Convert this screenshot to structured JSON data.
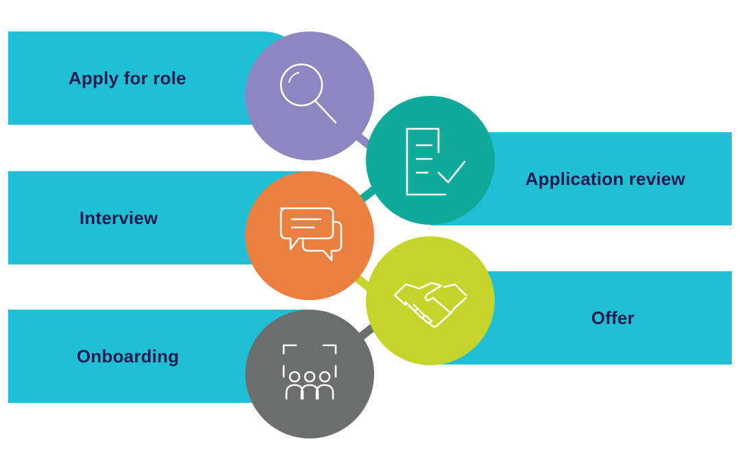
{
  "title": "Recruitment process",
  "colors": {
    "band": "#20BFD6",
    "label": "#1a1c4f",
    "apply": "#8E86BE",
    "review": "#10A99A",
    "interview": "#EB7F3F",
    "offer": "#C5D42A",
    "onboarding": "#6C6E6E"
  },
  "steps": [
    {
      "label": "Apply for role",
      "icon": "magnifier-icon"
    },
    {
      "label": "Application review",
      "icon": "checklist-document-icon"
    },
    {
      "label": "Interview",
      "icon": "chat-bubbles-icon"
    },
    {
      "label": "Offer",
      "icon": "handshake-icon"
    },
    {
      "label": "Onboarding",
      "icon": "presentation-people-icon"
    }
  ]
}
